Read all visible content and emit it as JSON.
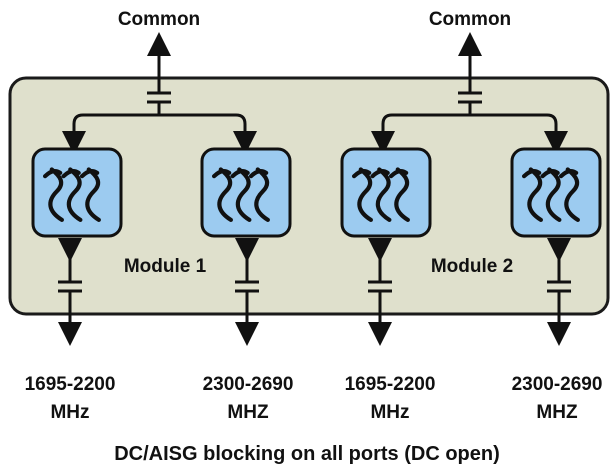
{
  "colors": {
    "enclosure_fill": "#dfe0cc",
    "enclosure_stroke": "#1a1a1a",
    "filter_fill": "#9ccbf0",
    "filter_stroke": "#111111",
    "line": "#111111",
    "text": "#111111"
  },
  "modules": [
    {
      "name": "Module 1",
      "common_label": "Common",
      "icon": "bandpass-filter-icon",
      "ports": [
        {
          "band": "1695-2200",
          "unit": "MHz"
        },
        {
          "band": "2300-2690",
          "unit": "MHZ"
        }
      ]
    },
    {
      "name": "Module 2",
      "common_label": "Common",
      "icon": "bandpass-filter-icon",
      "ports": [
        {
          "band": "1695-2200",
          "unit": "MHz"
        },
        {
          "band": "2300-2690",
          "unit": "MHZ"
        }
      ]
    }
  ],
  "caption": "DC/AISG blocking on all ports (DC open)"
}
